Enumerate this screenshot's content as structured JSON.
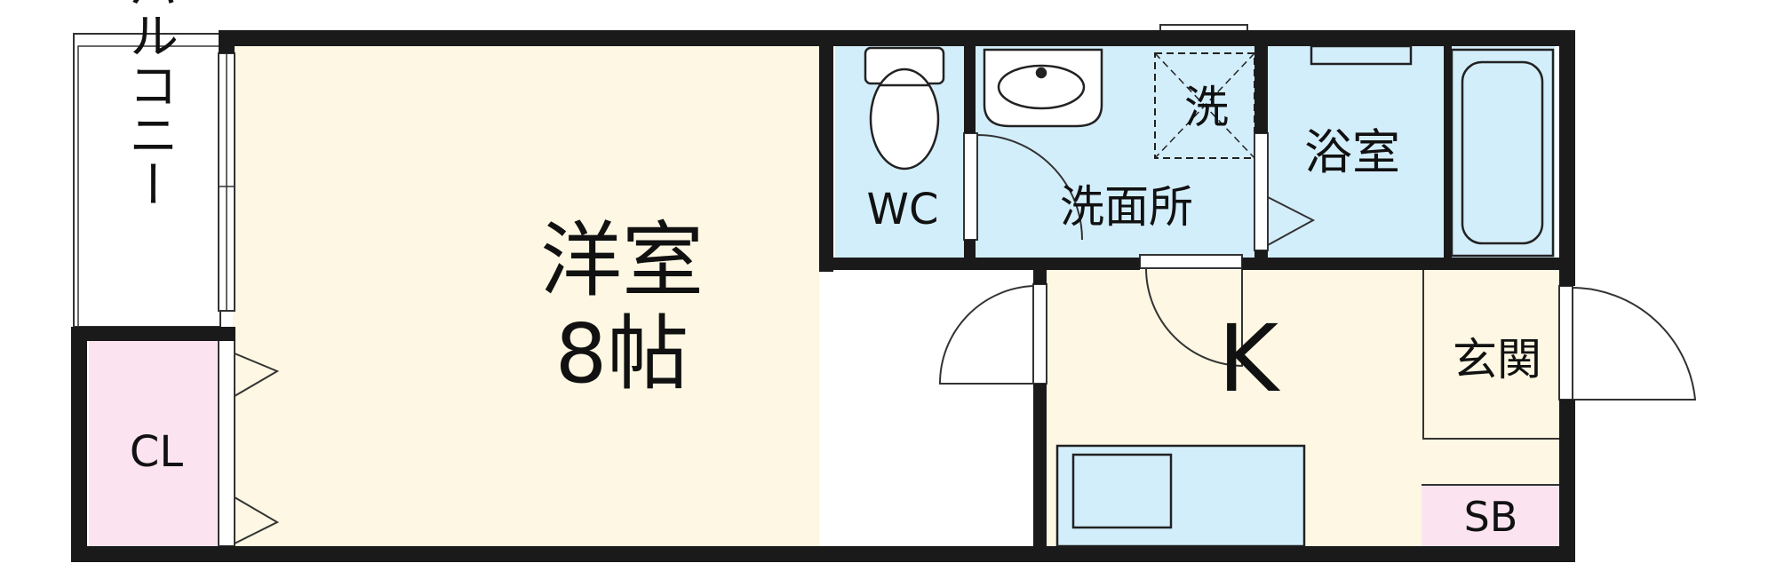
{
  "rooms": {
    "western": {
      "name": "洋室",
      "size": "8帖"
    },
    "balcony": "バルコニー",
    "closet": "CL",
    "wc": "WC",
    "washroom": "洗面所",
    "washer": "洗",
    "bath": "浴室",
    "kitchen": "K",
    "entrance": "玄関",
    "shoe_box": "SB"
  },
  "colors": {
    "wall": "#1a1a1a",
    "western": "#fdf7e3",
    "wet": "#d3eefb",
    "pink": "#fbe4ef",
    "line": "#333333"
  }
}
